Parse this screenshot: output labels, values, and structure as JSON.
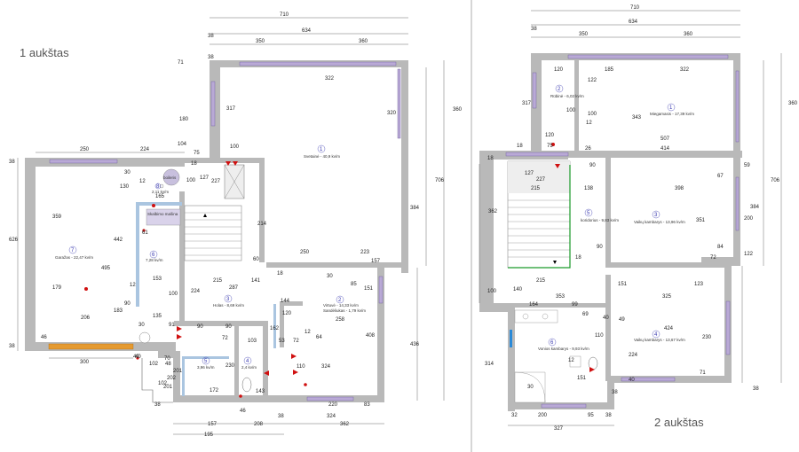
{
  "floors": [
    {
      "title": "1 aukštas"
    },
    {
      "title": "2 aukštas"
    }
  ],
  "rooms": [
    {
      "num": "1",
      "label": "Svetainė - 40,9 kv/m"
    },
    {
      "num": "2",
      "label": "Virtuvė - 14,33 kv/m"
    },
    {
      "num": "",
      "label": "Sandėliukas - 1,79 kv/m"
    },
    {
      "num": "3",
      "label": "Holas - 8,69 kv/m"
    },
    {
      "num": "4",
      "label": "2,4 kv/m"
    },
    {
      "num": "5",
      "label": "3,96 kv/m"
    },
    {
      "num": "6",
      "label": "7,28 kv/m"
    },
    {
      "num": "7",
      "label": "Garažas - 22,47 kv/m"
    },
    {
      "num": "8",
      "label": "2,11 kv/m"
    },
    {
      "num": "",
      "label": "Skalbimo mašina"
    },
    {
      "num": "",
      "label": "boileris"
    },
    {
      "num": "1",
      "label": "Miegamasis - 17,39 kv/m"
    },
    {
      "num": "2",
      "label": "Rūbinė - 6,02 kv/m"
    },
    {
      "num": "3",
      "label": "Vaikų kambarys - 13,96 kv/m"
    },
    {
      "num": "4",
      "label": "Vaikų kambarys - 13,67 kv/m"
    },
    {
      "num": "5",
      "label": "koridorius - 9,83 kv/m"
    },
    {
      "num": "6",
      "label": "Vonios kambarys - 9,93 kv/m"
    }
  ],
  "dims_left": [
    "710",
    "634",
    "350",
    "360",
    "38",
    "38",
    "71",
    "317",
    "322",
    "360",
    "180",
    "104",
    "75",
    "100",
    "18",
    "127",
    "227",
    "320",
    "706",
    "384",
    "250",
    "224",
    "38",
    "30",
    "12",
    "100",
    "165",
    "359",
    "442",
    "626",
    "130",
    "214",
    "495",
    "61",
    "60",
    "250",
    "223",
    "157",
    "30",
    "18",
    "151",
    "85",
    "12",
    "153",
    "224",
    "215",
    "287",
    "141",
    "144",
    "179",
    "183",
    "90",
    "206",
    "135",
    "100",
    "120",
    "162",
    "12",
    "64",
    "258",
    "91",
    "90",
    "90",
    "72",
    "103",
    "53",
    "72",
    "46",
    "30",
    "70",
    "40",
    "408",
    "436",
    "38",
    "300",
    "40",
    "102",
    "48",
    "201",
    "230",
    "202",
    "102",
    "110",
    "324",
    "38",
    "172",
    "143",
    "46",
    "220",
    "83",
    "38",
    "324",
    "362",
    "157",
    "208",
    "195",
    "201"
  ],
  "dims_right": [
    "710",
    "634",
    "350",
    "360",
    "38",
    "120",
    "185",
    "322",
    "317",
    "122",
    "343",
    "360",
    "100",
    "706",
    "100",
    "12",
    "507",
    "414",
    "120",
    "18",
    "26",
    "75",
    "18",
    "127",
    "227",
    "90",
    "67",
    "215",
    "138",
    "398",
    "59",
    "384",
    "362",
    "351",
    "200",
    "90",
    "84",
    "72",
    "122",
    "18",
    "215",
    "151",
    "123",
    "100",
    "140",
    "353",
    "325",
    "164",
    "99",
    "69",
    "40",
    "49",
    "230",
    "424",
    "314",
    "110",
    "224",
    "71",
    "38",
    "32",
    "200",
    "95",
    "38",
    "327",
    "12",
    "151",
    "38",
    "30",
    "40"
  ]
}
